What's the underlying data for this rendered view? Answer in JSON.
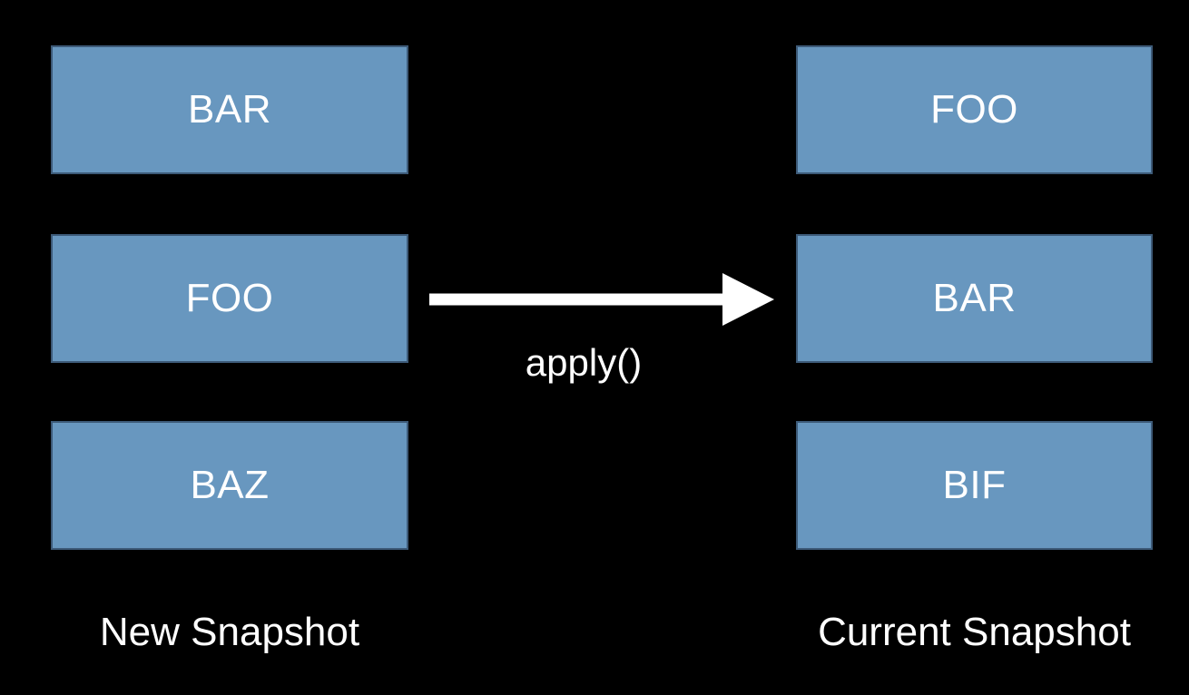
{
  "slide": {
    "colors": {
      "background": "#000000",
      "box_fill": "#6897BF",
      "box_border": "#3D5A78",
      "text": "#FFFFFF",
      "arrow": "#FFFFFF"
    },
    "left_column": {
      "caption": "New Snapshot",
      "boxes": [
        {
          "label": "BAR"
        },
        {
          "label": "FOO"
        },
        {
          "label": "BAZ"
        }
      ]
    },
    "right_column": {
      "caption": "Current Snapshot",
      "boxes": [
        {
          "label": "FOO"
        },
        {
          "label": "BAR"
        },
        {
          "label": "BIF"
        }
      ]
    },
    "arrow": {
      "label": "apply()"
    }
  }
}
